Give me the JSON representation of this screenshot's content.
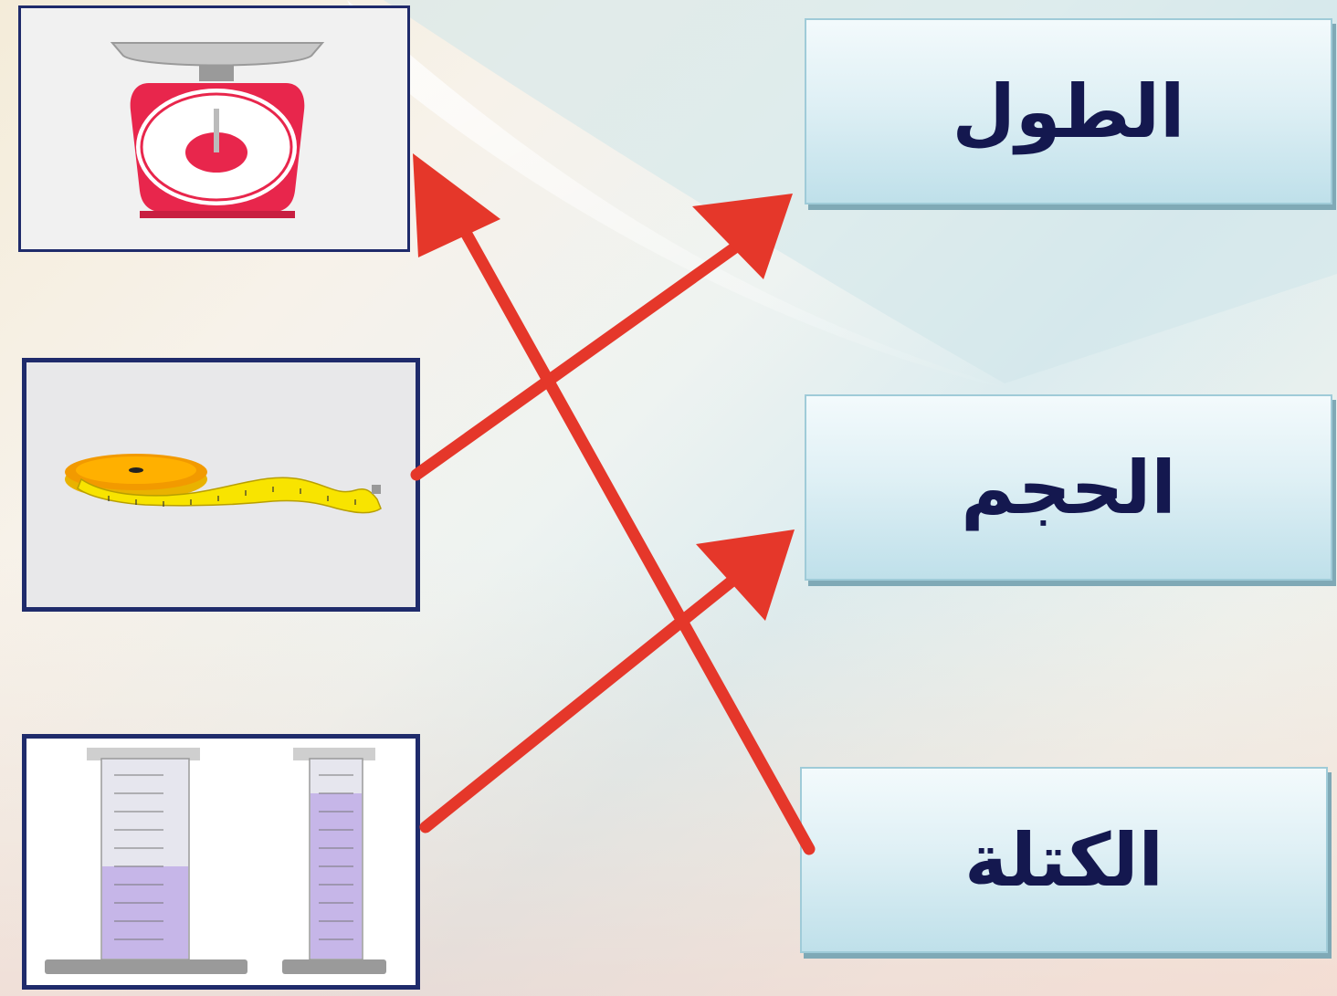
{
  "labels": {
    "length": "الطول",
    "volume": "الحجم",
    "mass": "الكتلة"
  },
  "images": {
    "scale": "kitchen-scale",
    "tape": "measuring-tape",
    "cylinders": "graduated-cylinders"
  },
  "colors": {
    "arrow": "#e5372a",
    "box_border": "#1f2b6b",
    "label_text": "#14184f"
  },
  "matches": [
    {
      "from": "measuring-tape",
      "to": "length"
    },
    {
      "from": "graduated-cylinders",
      "to": "volume"
    },
    {
      "from": "mass",
      "to": "kitchen-scale"
    }
  ]
}
